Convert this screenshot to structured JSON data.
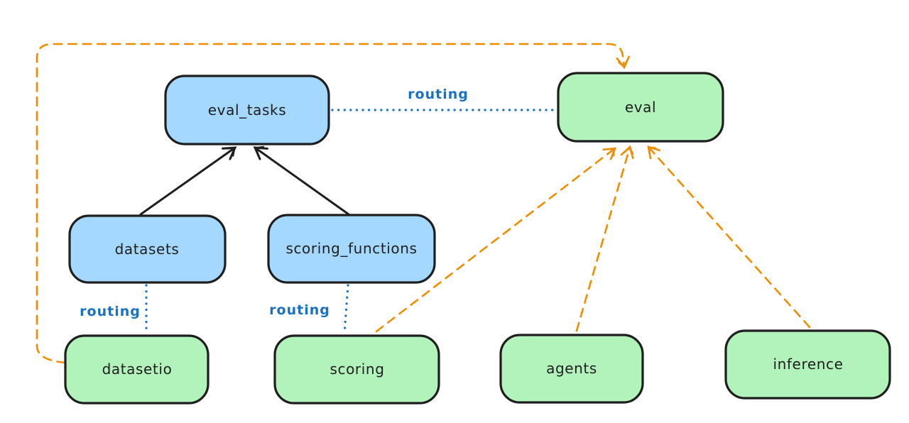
{
  "diagram": {
    "type": "architecture-diagram",
    "background": "#ffffff",
    "colors": {
      "stroke": "#1e1e1e",
      "blue_fill": "#a5d8ff",
      "green_fill": "#b2f2bb",
      "orange": "#f08c00",
      "routing_blue": "#1971c2"
    },
    "nodes": {
      "eval_tasks": {
        "label": "eval_tasks",
        "kind": "blue"
      },
      "eval": {
        "label": "eval",
        "kind": "green"
      },
      "datasets": {
        "label": "datasets",
        "kind": "blue"
      },
      "scoring_functions": {
        "label": "scoring_functions",
        "kind": "blue"
      },
      "datasetio": {
        "label": "datasetio",
        "kind": "green"
      },
      "scoring": {
        "label": "scoring",
        "kind": "green"
      },
      "agents": {
        "label": "agents",
        "kind": "green"
      },
      "inference": {
        "label": "inference",
        "kind": "green"
      }
    },
    "edge_labels": {
      "eval_tasks_eval": "routing",
      "datasets_datasetio": "routing",
      "scoring_functions_scoring": "routing"
    },
    "edges": [
      {
        "from": "datasets",
        "to": "eval_tasks",
        "style": "solid",
        "arrow": true,
        "color": "#1e1e1e"
      },
      {
        "from": "scoring_functions",
        "to": "eval_tasks",
        "style": "solid",
        "arrow": true,
        "color": "#1e1e1e"
      },
      {
        "from": "eval_tasks",
        "to": "eval",
        "style": "dotted",
        "arrow": false,
        "color": "#1971c2",
        "label": "routing"
      },
      {
        "from": "datasets",
        "to": "datasetio",
        "style": "dotted",
        "arrow": false,
        "color": "#1971c2",
        "label": "routing"
      },
      {
        "from": "scoring_functions",
        "to": "scoring",
        "style": "dotted",
        "arrow": false,
        "color": "#1971c2",
        "label": "routing"
      },
      {
        "from": "datasetio",
        "to": "eval",
        "style": "dashed",
        "arrow": true,
        "color": "#f08c00",
        "route": "around-left-and-top"
      },
      {
        "from": "scoring",
        "to": "eval",
        "style": "dashed",
        "arrow": true,
        "color": "#f08c00"
      },
      {
        "from": "agents",
        "to": "eval",
        "style": "dashed",
        "arrow": true,
        "color": "#f08c00"
      },
      {
        "from": "inference",
        "to": "eval",
        "style": "dashed",
        "arrow": true,
        "color": "#f08c00"
      }
    ]
  }
}
